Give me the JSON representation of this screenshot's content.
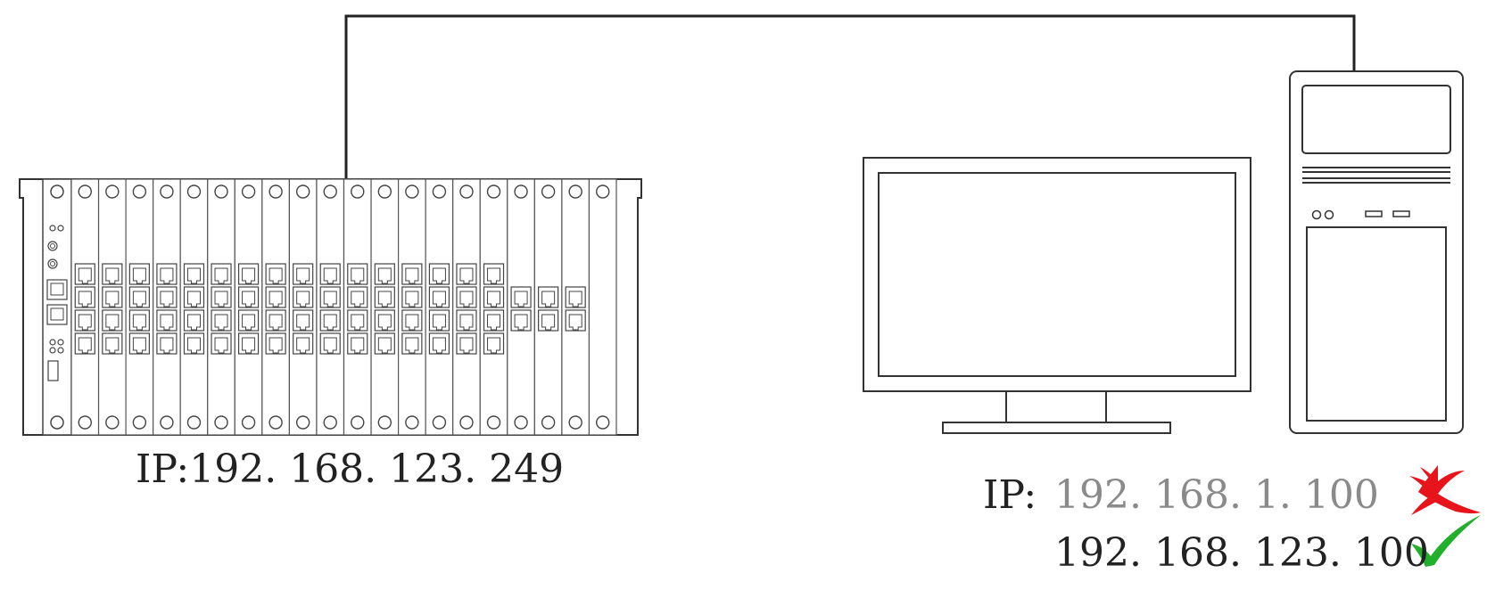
{
  "device": {
    "ip_label": "IP:192. 168. 123. 249",
    "card_slots": 20,
    "rj45_cards_four_port": 16,
    "rj45_cards_two_port": 3
  },
  "computer": {
    "ip_prefix": "IP:",
    "wrong_ip": "192. 168. 1. 100",
    "correct_ip": "192. 168. 123. 100"
  },
  "colors": {
    "line": "#222222",
    "thin_line": "#555555",
    "wrong_text": "#8a8a8a",
    "wrong_mark": "#e8141c",
    "correct_mark": "#22b02c"
  },
  "icons": {
    "wrong": "cross-mark-icon",
    "correct": "check-mark-icon"
  }
}
